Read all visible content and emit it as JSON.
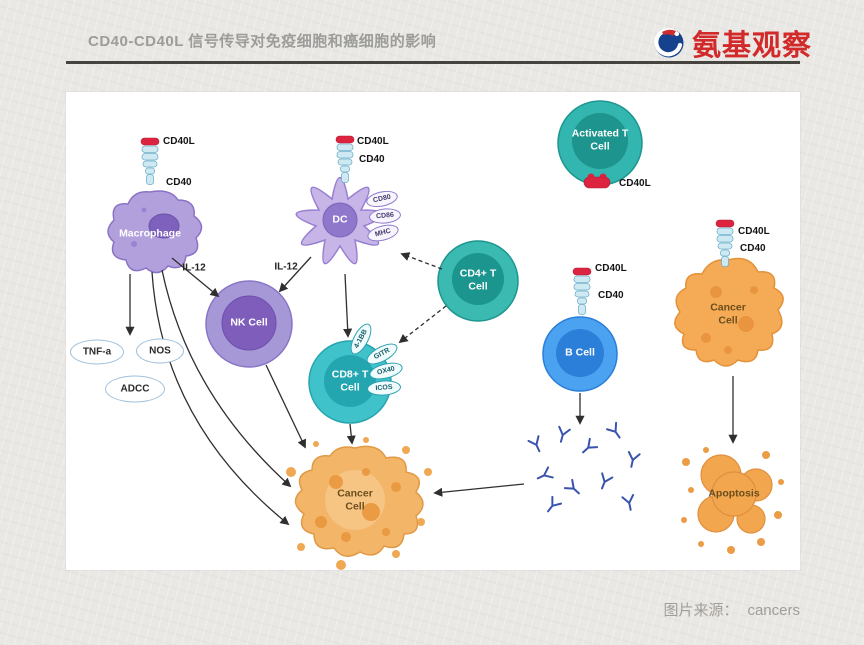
{
  "header": {
    "title": "CD40-CD40L 信号传导对免疫细胞和癌细胞的影响",
    "brand": "氨基观察"
  },
  "footer": {
    "source_label": "图片来源：",
    "source_name": "cancers"
  },
  "diagram": {
    "cells": {
      "macrophage": "Macrophage",
      "dc": "DC",
      "activated_t": "Activated T Cell",
      "cd4_t": "CD4+ T Cell",
      "nk": "NK Cell",
      "cd8_t": "CD8+ T Cell",
      "b_cell": "B Cell",
      "cancer_right": "Cancer Cell",
      "cancer_bottom": "Cancer Cell",
      "apoptosis": "Apoptosis"
    },
    "receptor_labels": {
      "cd40l": "CD40L",
      "cd40": "CD40"
    },
    "cytokine": "IL-12",
    "dc_markers": [
      "CD80",
      "CD86",
      "MHC"
    ],
    "cd8_markers": [
      "4-1BB",
      "GITR",
      "OX40",
      "ICOS"
    ],
    "effectors": [
      "TNF-a",
      "NOS",
      "ADCC"
    ]
  },
  "colors": {
    "brand_red": "#d22a2a",
    "receptor_red": "#dc2440",
    "teal_cell": "#35b7b0",
    "purple_cell": "#a698d6",
    "blue_cell": "#4aa2f0",
    "orange_cell": "#f5ab55",
    "antibody_blue": "#3953ae"
  }
}
